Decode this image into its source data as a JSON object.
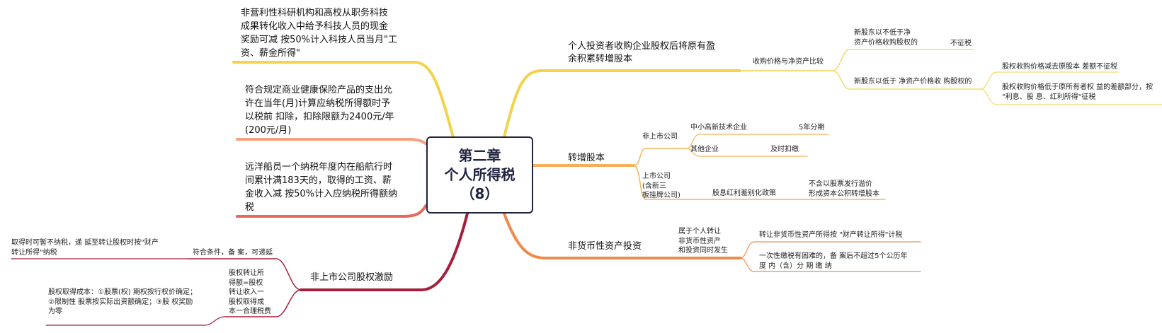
{
  "central": {
    "line1": "第二章",
    "line2": "个人所得税",
    "line3": "（8）"
  },
  "left": {
    "research": "非营利性科研机构和高校从职务科技\n成果转化收入中给予科技人员的现金\n奖励可减 按50%计入科技人员当月\"工\n资、薪金所得\"",
    "insurance": "符合规定商业健康保险产品的支出允\n许在当年(月)计算应纳税所得额时予\n以税前 扣除，扣除限额为2400元/年\n(200元/月)",
    "seafarer": "远洋船员一个纳税年度内在船航行时\n间累计满183天的，取得的工资、薪\n金收入减 按50%计入应纳税所得额纳\n税",
    "equity_incentive": {
      "label": "非上市公司股权激励",
      "condition": "符合条件，备 案，可递延",
      "defer_note": "取得时可暂不纳税，递 延至转让股权时按\"财产\n转让所得\"纳税",
      "formula": "股权转让所\n得额=股权\n转让收入一\n股权取得成\n本一合理税费",
      "cost_note": "股权取得成本：①股票(权) 期权按行权价确定；\n②限制性 股票按实际出资额确定；③股 权奖励\n为零"
    }
  },
  "right": {
    "acquisition": {
      "label": "个人投资者收购企业股权后将原有盈\n余积累转增股本",
      "compare": "收购价格与净资产比较",
      "not_lower": "新股东以不低于净\n资产价格收购股权的",
      "no_tax": "不征税",
      "lower": "新股东以低于 净资产价格收 购股权的",
      "lower_a": "股权收购价格减去原股本 差额不征税",
      "lower_b": "股权收购价格低于原所有者权 益的差额部分，按\n\"利息、股 息、红利所得\"征税"
    },
    "capital": {
      "label": "转增股本",
      "unlisted": "非上市公司",
      "hightech": "中小高新技术企业",
      "five_year": "5年分期",
      "other": "其他企业",
      "immediate": "及时扣缴",
      "listed": "上市公司\n(含新三\n板挂牌公司)",
      "dividend_policy": "股息红利差别化政策",
      "excluded": "不含以股票发行溢价\n形成资本公积转增股本"
    },
    "nonmonetary": {
      "label": "非货币性资产投资",
      "belongs": "属于个人转让\n非货币性资产\n和投资同时发生",
      "transfer": "转让非货币性资产所得按 \"财产转让所得\"计税",
      "installment": "一次性缴税有困难的，备 案后不超过5个公历年\n度 内（含）分 期 缴 纳"
    }
  },
  "colors": {
    "yellow": "#f3d34a",
    "peach": "#f4a27e",
    "salmon": "#e56a5a",
    "maroon": "#a51f3b",
    "orange_light": "#f6b25a",
    "orange": "#f08a4b",
    "dark": "#1f2440"
  }
}
